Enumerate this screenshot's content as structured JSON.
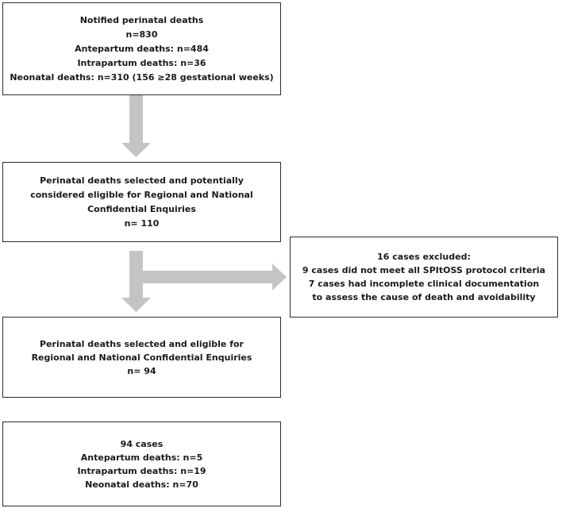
{
  "flowchart": {
    "notified": {
      "lines": [
        "Notified perinatal deaths",
        "n=830",
        "Antepartum deaths: n=484",
        "Intrapartum deaths: n=36",
        "Neonatal deaths: n=310 (156 ≥28 gestational weeks)"
      ]
    },
    "selected": {
      "lines": [
        "Perinatal deaths selected and potentially",
        "considered eligible for Regional and National",
        "Confidential Enquiries",
        "n= 110"
      ]
    },
    "excluded": {
      "lines": [
        "16 cases excluded:",
        "9 cases did not meet all SPItOSS protocol criteria",
        "7 cases had incomplete clinical documentation",
        "to assess the cause of death and avoidability"
      ]
    },
    "eligible": {
      "lines": [
        "Perinatal deaths selected and eligible for",
        "Regional and National Confidential Enquiries",
        "n= 94"
      ]
    },
    "final": {
      "lines": [
        "94 cases",
        "Antepartum deaths: n=5",
        "Intrapartum deaths: n=19",
        "Neonatal deaths: n=70"
      ]
    }
  },
  "colors": {
    "arrow": "#c4c4c4",
    "border": "#2b2b2b",
    "text": "#1a1a1a"
  }
}
